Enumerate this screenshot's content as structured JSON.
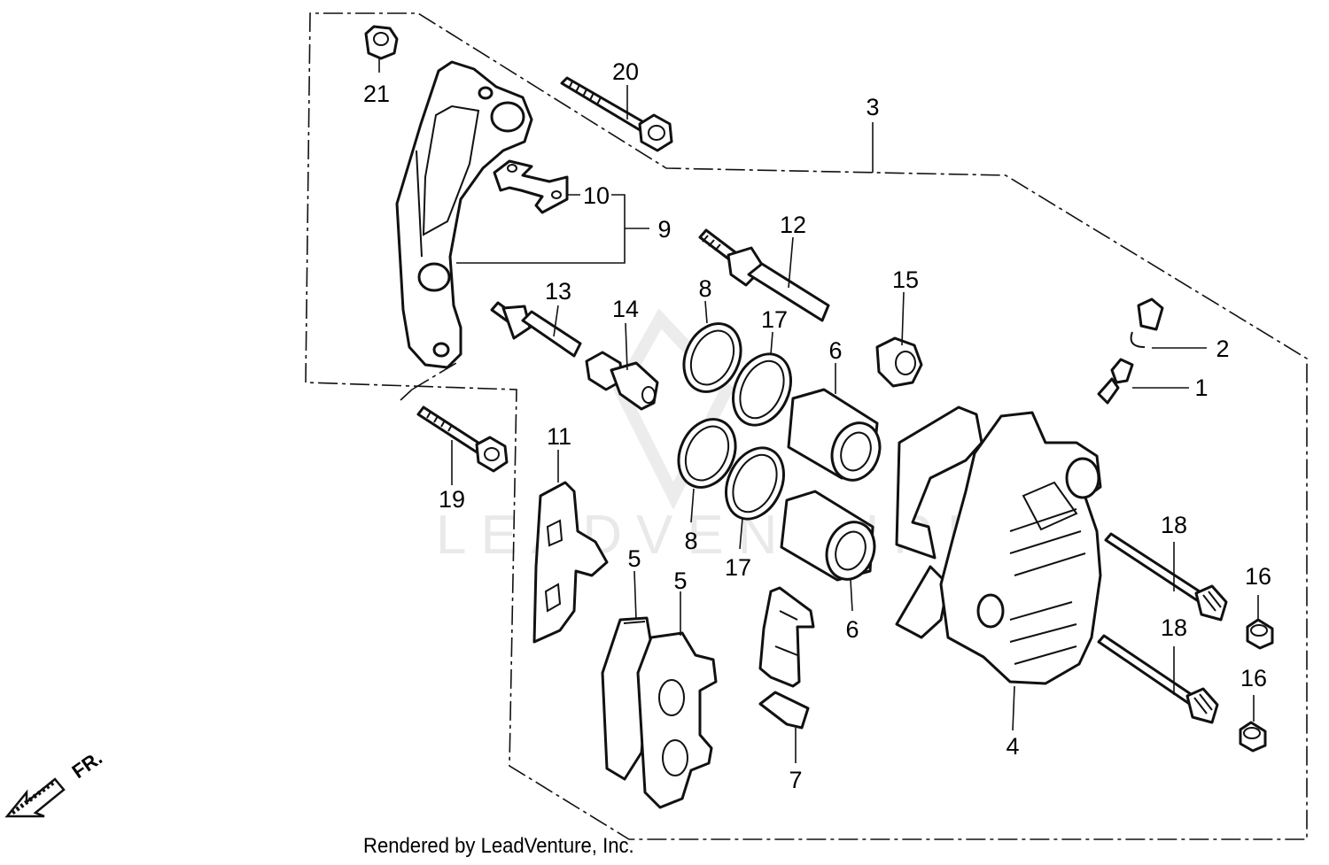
{
  "callouts": {
    "p1": "1",
    "p2": "2",
    "p3": "3",
    "p4": "4",
    "p5a": "5",
    "p5b": "5",
    "p6a": "6",
    "p6b": "6",
    "p7": "7",
    "p8a": "8",
    "p8b": "8",
    "p9": "9",
    "p10": "10",
    "p11": "11",
    "p12": "12",
    "p13": "13",
    "p14": "14",
    "p15": "15",
    "p16a": "16",
    "p16b": "16",
    "p17a": "17",
    "p17b": "17",
    "p18a": "18",
    "p18b": "18",
    "p19": "19",
    "p20": "20",
    "p21": "21"
  },
  "front_marker": "FR.",
  "watermark": "LEADVENTURE",
  "credit": "Rendered by LeadVenture, Inc."
}
